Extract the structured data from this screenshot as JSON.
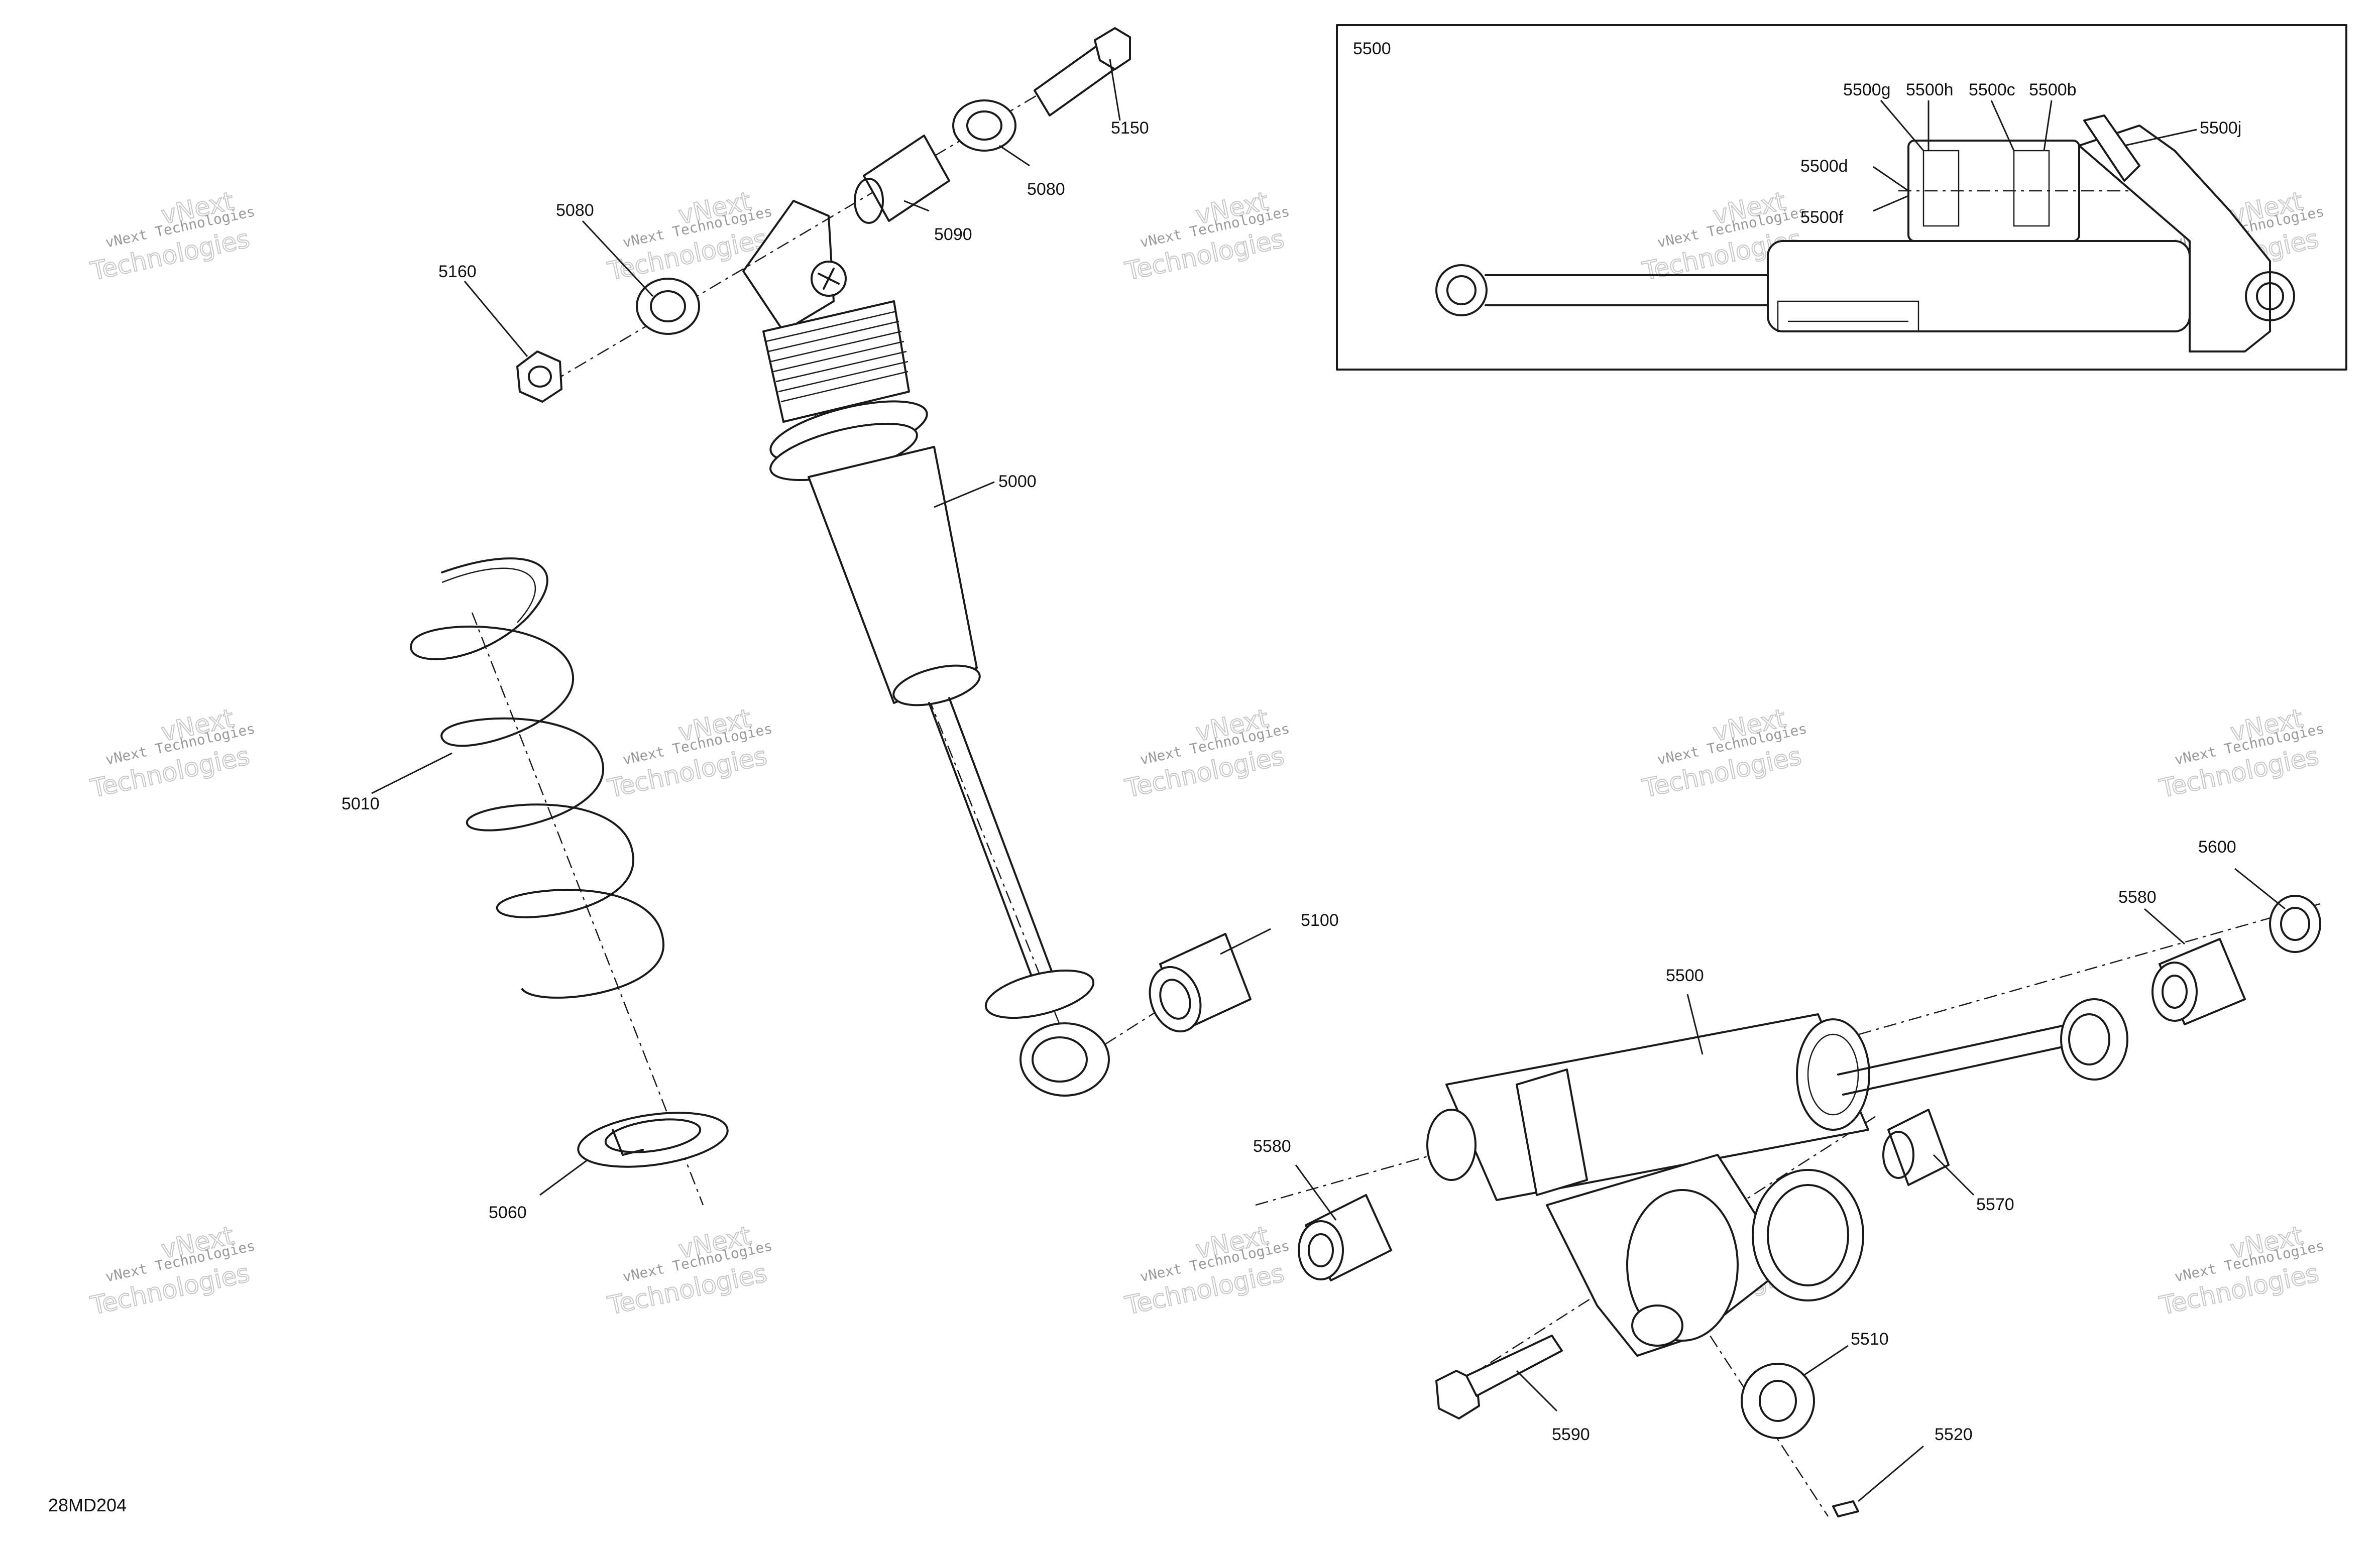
{
  "diagram": {
    "code": "28MD204",
    "inset_label": "5500",
    "watermark": {
      "line1": "vNext Technologies",
      "line2a": "vNext",
      "line2b": "Technologies"
    },
    "callouts": {
      "c5150": "5150",
      "c5080_top": "5080",
      "c5090": "5090",
      "c5080_left": "5080",
      "c5160": "5160",
      "c5000": "5000",
      "c5010": "5010",
      "c5060": "5060",
      "c5100": "5100",
      "c5600": "5600",
      "c5580_right": "5580",
      "c5500": "5500",
      "c5580_left": "5580",
      "c5570": "5570",
      "c5510": "5510",
      "c5590": "5590",
      "c5520": "5520",
      "c5500g": "5500g",
      "c5500h": "5500h",
      "c5500c": "5500c",
      "c5500b": "5500b",
      "c5500j": "5500j",
      "c5500d": "5500d",
      "c5500f": "5500f"
    }
  }
}
